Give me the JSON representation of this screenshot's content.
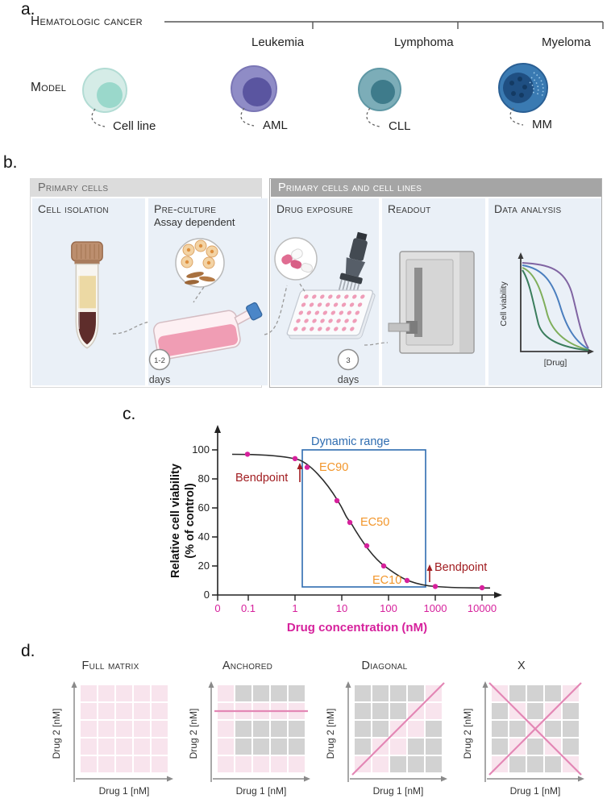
{
  "colors": {
    "magenta": "#d6219c",
    "annotation_blue": "#2e6cb0",
    "annotation_red": "#a11d21",
    "annotation_orange": "#f2962b",
    "pink_cell": "#f8e4ed",
    "gray_cell": "#d2d2d2",
    "line_pink": "#e387b5",
    "workflow_box_blue": "#eaf0f7"
  },
  "panel_a": {
    "label": "a.",
    "title": "Hematologic cancer",
    "categories": [
      "Leukemia",
      "Lymphoma",
      "Myeloma"
    ],
    "model_label": "Model",
    "models": [
      {
        "name": "Cell line",
        "icon": "cell-line-cell",
        "body_color": "#d5ece7",
        "nucleus_color": "#9ad8cb"
      },
      {
        "name": "AML",
        "icon": "leukemia-cell",
        "body_color": "#8f8cc6",
        "nucleus_color": "#5a55a0"
      },
      {
        "name": "CLL",
        "icon": "lymphoma-cell",
        "body_color": "#7cadb8",
        "nucleus_color": "#3e7b8b"
      },
      {
        "name": "MM",
        "icon": "myeloma-cell",
        "body_color": "#3a7ab2",
        "nucleus_color": "#1f4f82"
      }
    ]
  },
  "panel_b": {
    "label": "b.",
    "group_headers": [
      "Primary cells",
      "Primary cells and cell lines"
    ],
    "steps": [
      {
        "title": "Cell isolation",
        "icon": "conical-tube"
      },
      {
        "title": "Pre-culture",
        "subtitle": "Assay dependent",
        "icon": "culture-flask",
        "inset_icon": "primary-cells",
        "duration": "1-2",
        "duration_unit": "days"
      },
      {
        "title": "Drug exposure",
        "icon": "well-plate",
        "inset_icon": "drug-capsules",
        "tool_icon": "multichannel-pipette",
        "duration": "3",
        "duration_unit": "days"
      },
      {
        "title": "Readout",
        "icon": "plate-reader"
      },
      {
        "title": "Data analysis",
        "icon": "dose-response-curves",
        "mini_plot": {
          "ylabel": "Cell viability",
          "xlabel": "[Drug]"
        }
      }
    ]
  },
  "panel_c": {
    "label": "c.",
    "ylabel_line1": "Relative cell viability",
    "ylabel_line2": "(% of control)",
    "xlabel": "Drug concentration (nM)",
    "y_ticks": [
      "100",
      "80",
      "60",
      "40",
      "20",
      "0"
    ],
    "x_ticks": [
      "0",
      "0.1",
      "1",
      "10",
      "100",
      "1000",
      "10000"
    ],
    "annotations": {
      "dynamic_range": "Dynamic range",
      "bendpoint_left": "Bendpoint",
      "bendpoint_right": "Bendpoint",
      "ec90": "EC90",
      "ec50": "EC50",
      "ec10": "EC10"
    }
  },
  "panel_d": {
    "label": "d.",
    "xlabel": "Drug 1 [nM]",
    "ylabel": "Drug 2 [nM]",
    "matrices": [
      {
        "title": "Full matrix",
        "line": "none",
        "pattern": [
          "PPPPP",
          "PPPPP",
          "PPPPP",
          "PPPPP",
          "PPPPP"
        ]
      },
      {
        "title": "Anchored",
        "line": "horizontal",
        "pattern": [
          "PGGGG",
          "PPPPP",
          "PGGGG",
          "PGGGG",
          "PPPPP"
        ]
      },
      {
        "title": "Diagonal",
        "line": "diagonal",
        "pattern": [
          "GGGGP",
          "GGGPP",
          "GGPPG",
          "GPPGG",
          "PPGGG"
        ]
      },
      {
        "title": "X",
        "line": "x",
        "pattern": [
          "PGGGP",
          "GPGPG",
          "GGPGG",
          "GPGPG",
          "PGGGP"
        ]
      }
    ]
  },
  "chart_data": {
    "type": "line",
    "title": "",
    "xlabel": "Drug concentration (nM)",
    "ylabel": "Relative cell viability (% of control)",
    "x_scale": "log",
    "x_tick_labels": [
      "0",
      "0.1",
      "1",
      "10",
      "100",
      "1000",
      "10000"
    ],
    "y_ticks": [
      0,
      20,
      40,
      60,
      80,
      100
    ],
    "ylim": [
      0,
      110
    ],
    "grid": false,
    "legend": false,
    "points": [
      {
        "x": 0.09,
        "y": 97
      },
      {
        "x": 1,
        "y": 94
      },
      {
        "x": 1.8,
        "y": 88
      },
      {
        "x": 8,
        "y": 65
      },
      {
        "x": 15,
        "y": 50
      },
      {
        "x": 35,
        "y": 34
      },
      {
        "x": 80,
        "y": 20
      },
      {
        "x": 250,
        "y": 10
      },
      {
        "x": 1000,
        "y": 6
      },
      {
        "x": 10000,
        "y": 5
      }
    ],
    "annotations": [
      {
        "text": "Dynamic range",
        "color": "#2e6cb0"
      },
      {
        "text": "Bendpoint",
        "color": "#a11d21",
        "position": "upper-left"
      },
      {
        "text": "Bendpoint",
        "color": "#a11d21",
        "position": "lower-right"
      },
      {
        "text": "EC90",
        "color": "#f2962b"
      },
      {
        "text": "EC50",
        "color": "#f2962b"
      },
      {
        "text": "EC10",
        "color": "#f2962b"
      }
    ]
  }
}
